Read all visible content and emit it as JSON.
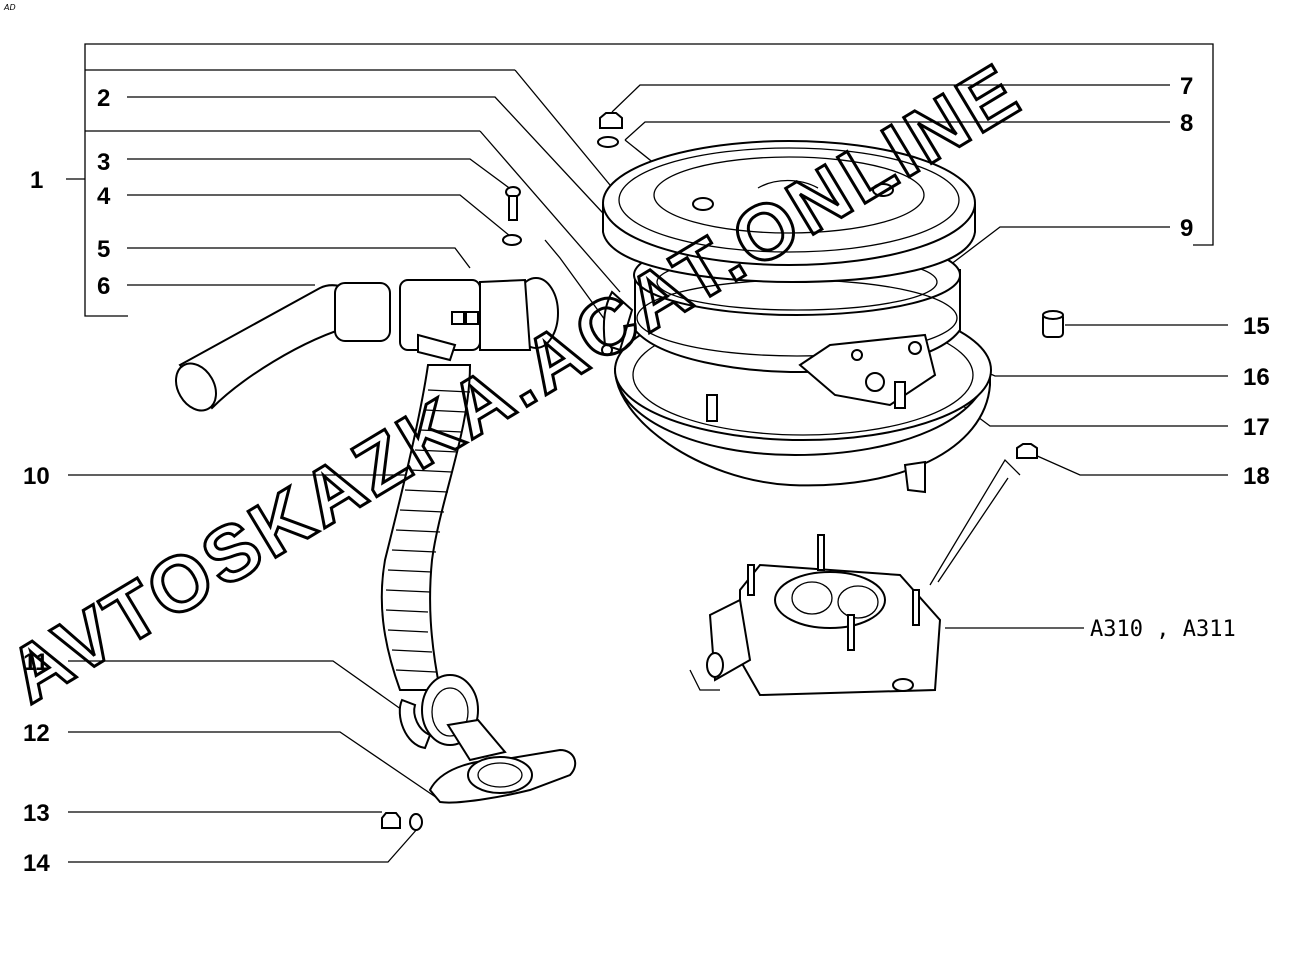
{
  "corner_mark": "AD",
  "watermark": "AVTOSKAZKA.ACAT.ONLINE",
  "callouts": [
    {
      "id": "1",
      "label": "1"
    },
    {
      "id": "2",
      "label": "2"
    },
    {
      "id": "3",
      "label": "3"
    },
    {
      "id": "4",
      "label": "4"
    },
    {
      "id": "5",
      "label": "5"
    },
    {
      "id": "6",
      "label": "6"
    },
    {
      "id": "7",
      "label": "7"
    },
    {
      "id": "8",
      "label": "8"
    },
    {
      "id": "9",
      "label": "9"
    },
    {
      "id": "10",
      "label": "10"
    },
    {
      "id": "11",
      "label": "11"
    },
    {
      "id": "12",
      "label": "12"
    },
    {
      "id": "13",
      "label": "13"
    },
    {
      "id": "14",
      "label": "14"
    },
    {
      "id": "15",
      "label": "15"
    },
    {
      "id": "16",
      "label": "16"
    },
    {
      "id": "17",
      "label": "17"
    },
    {
      "id": "18",
      "label": "18"
    }
  ],
  "variant_label": "A310 , A311"
}
